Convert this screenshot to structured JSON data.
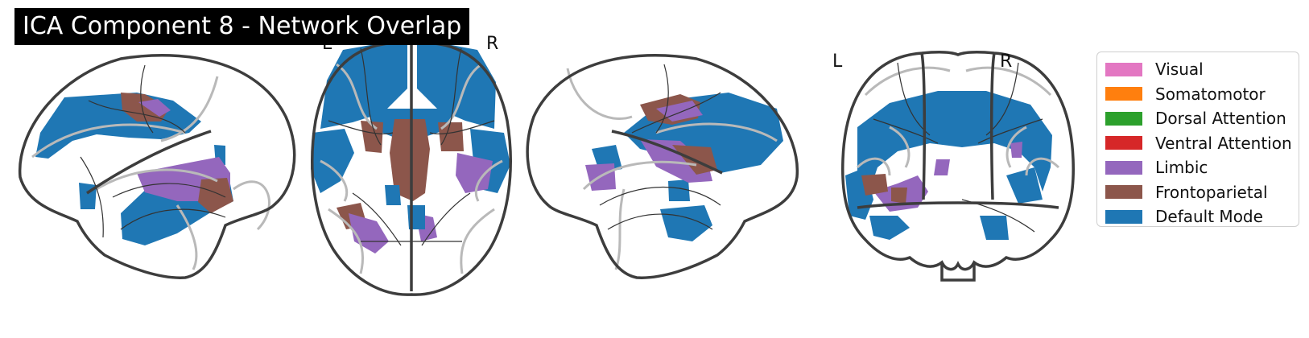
{
  "title": "ICA Component 8 - Network Overlap",
  "orientation": {
    "axial_left": "L",
    "axial_right": "R",
    "coronal_left": "L",
    "coronal_right": "R"
  },
  "legend": [
    {
      "label": "Visual",
      "color": "#e377c2"
    },
    {
      "label": "Somatomotor",
      "color": "#ff7f0e"
    },
    {
      "label": "Dorsal Attention",
      "color": "#2ca02c"
    },
    {
      "label": "Ventral Attention",
      "color": "#d62728"
    },
    {
      "label": "Limbic",
      "color": "#9467bd"
    },
    {
      "label": "Frontoparietal",
      "color": "#8c564b"
    },
    {
      "label": "Default Mode",
      "color": "#1f77b4"
    }
  ],
  "colors": {
    "outline": "#3d3d3d",
    "sulci": "#b9b9b9",
    "default_mode": "#1f77b4",
    "limbic": "#9467bd",
    "frontoparietal": "#8c564b"
  }
}
